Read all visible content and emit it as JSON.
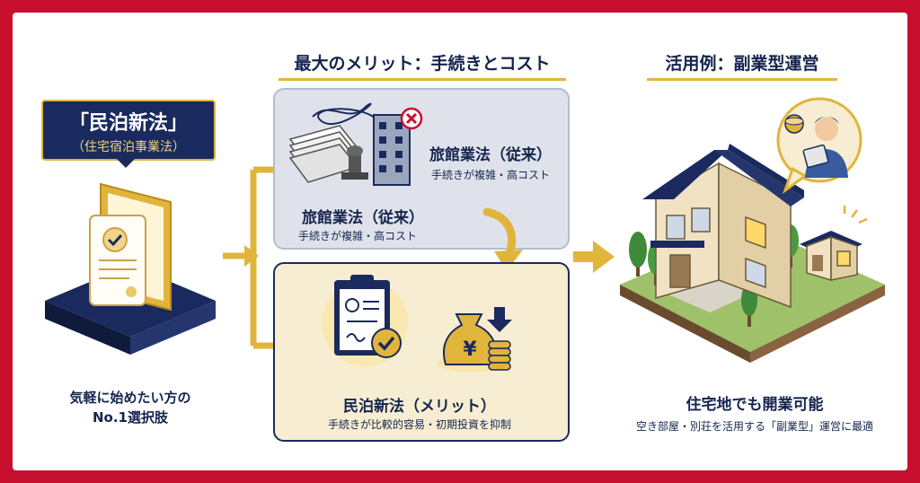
{
  "left": {
    "law_title": "「民泊新法」",
    "law_subtitle": "（住宅宿泊事業法）",
    "caption_line1": "気軽に始めたい方の",
    "caption_line2": "No.1選択肢"
  },
  "middle": {
    "section_title": "最大のメリット：手続きとコスト",
    "old_top_title": "旅館業法（従来）",
    "old_top_sub": "手続きが複雑・高コスト",
    "old_bottom_title": "旅館業法（従来）",
    "old_bottom_sub": "手続きが複雑・高コスト",
    "new_title": "民泊新法（メリット）",
    "new_sub": "手続きが比較的容易・初期投資を抑制",
    "yen_symbol": "¥"
  },
  "right": {
    "section_title": "活用例：副業型運営",
    "caption_title": "住宅地でも開業可能",
    "caption_sub": "空き部屋・別荘を活用する「副業型」運営に最適"
  },
  "colors": {
    "navy": "#1a2a5e",
    "gold": "#e1b43b",
    "frame_red": "#c8102e"
  }
}
